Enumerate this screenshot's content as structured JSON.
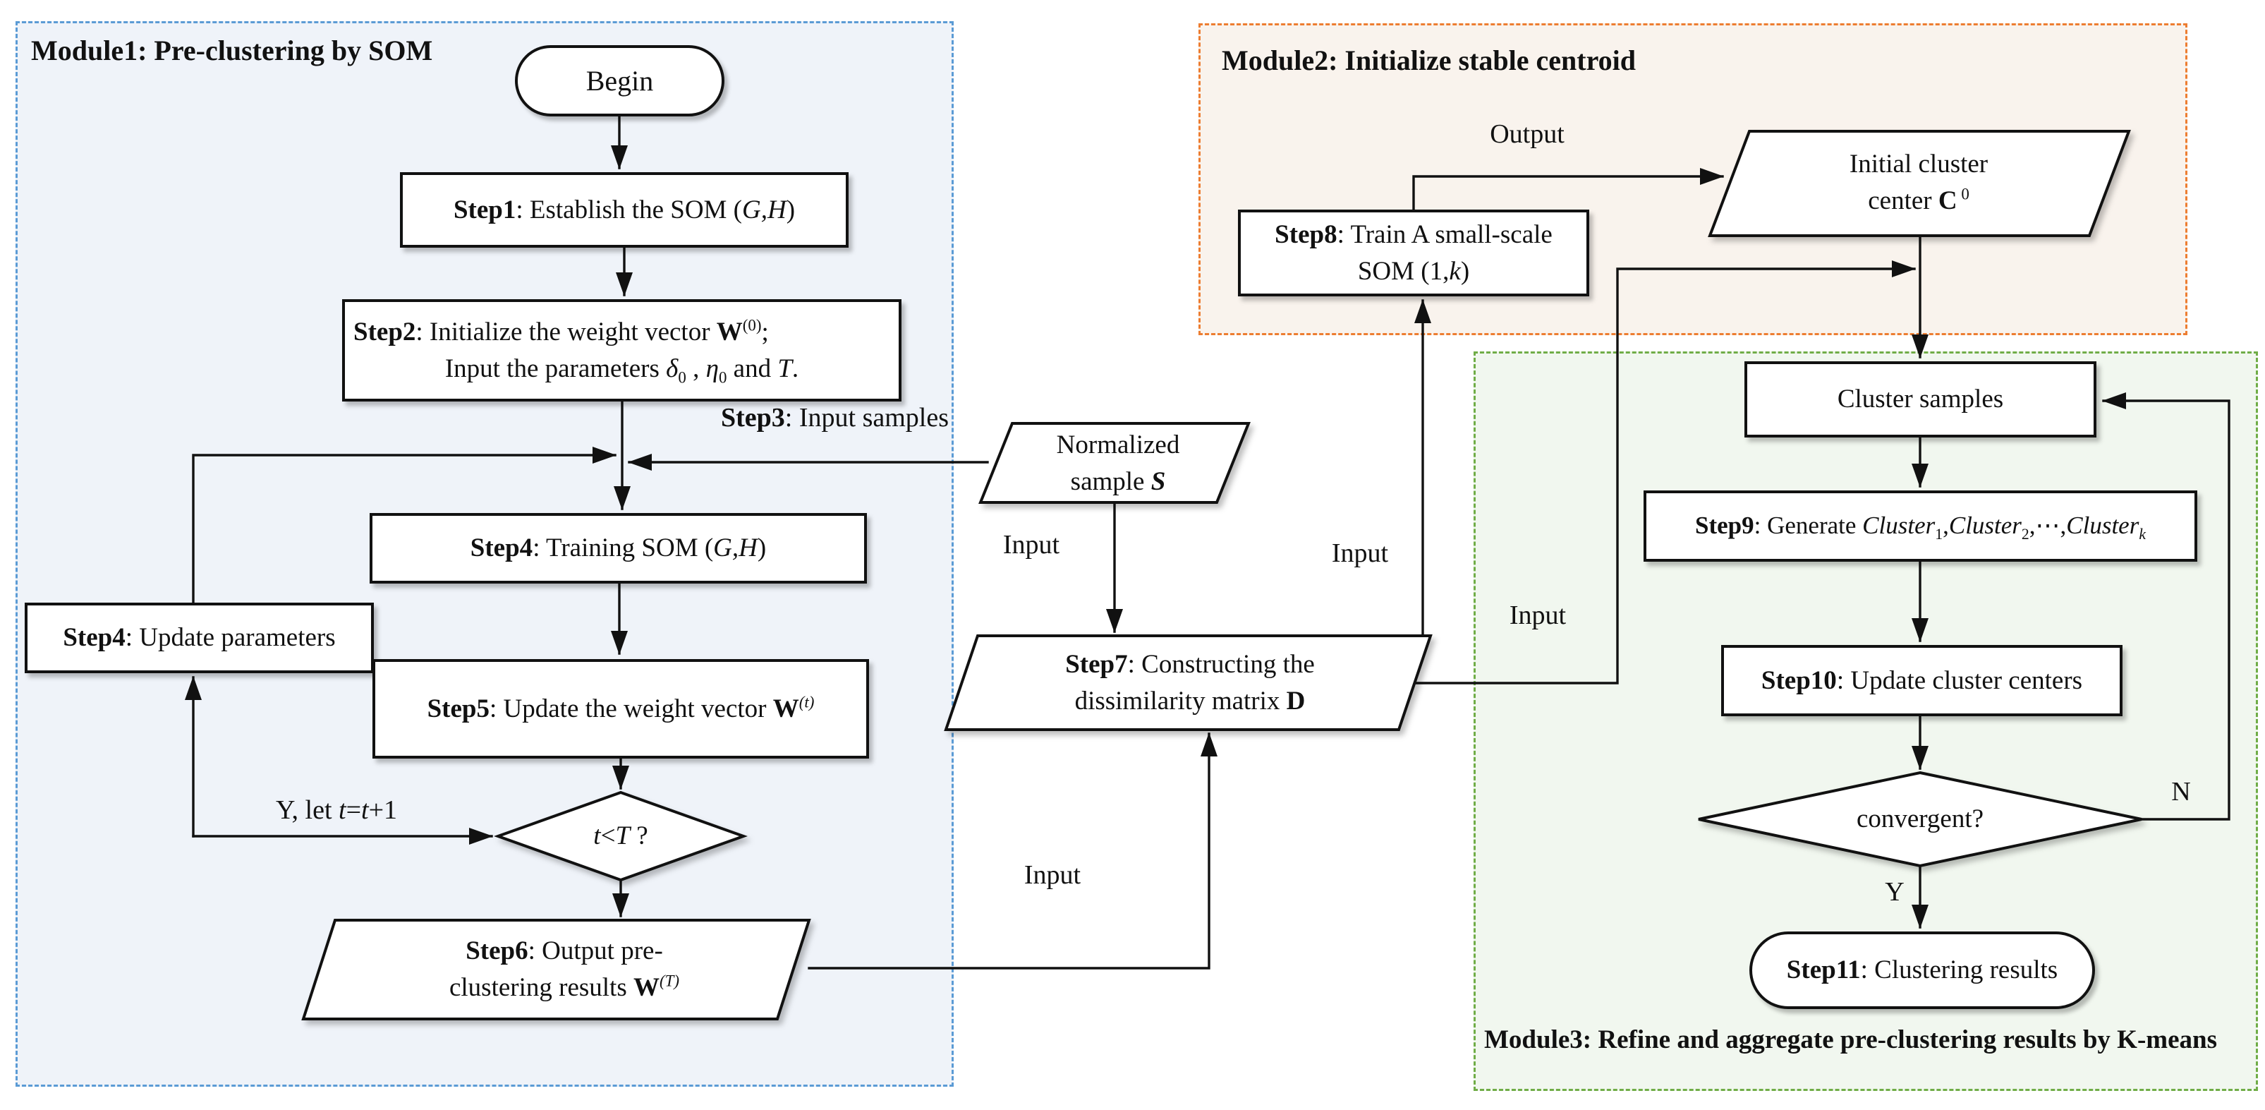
{
  "modules": {
    "module1": {
      "title": "Module1: Pre-clustering by SOM",
      "border_color": "#5b9bd5",
      "fill_color": "#eff3f9"
    },
    "module2": {
      "title": "Module2: Initialize stable centroid",
      "border_color": "#ed7d31",
      "fill_color": "#f9f3ed"
    },
    "module3": {
      "title": "Module3: Refine and aggregate pre-clustering results by K-means",
      "border_color": "#70ad47",
      "fill_color": "#f1f7ef"
    }
  },
  "colors": {
    "line": "#111111",
    "node_fill": "#ffffff",
    "background": "#ffffff"
  },
  "nodes": {
    "begin": [
      {
        "t": "Begin"
      }
    ],
    "step1": [
      {
        "t": "Step1",
        "s": "b"
      },
      {
        "t": ": Establish the SOM ("
      },
      {
        "t": "G,H",
        "s": "i"
      },
      {
        "t": ")"
      }
    ],
    "step2_l1": [
      {
        "t": "Step2",
        "s": "b"
      },
      {
        "t": ": Initialize the weight vector  "
      },
      {
        "t": "W",
        "s": "b"
      },
      {
        "t": "(0)",
        "s": "sup"
      },
      {
        "t": ";"
      }
    ],
    "step2_l2": [
      {
        "t": "Input the parameters "
      },
      {
        "t": "δ",
        "s": "i"
      },
      {
        "t": "0",
        "s": "sub"
      },
      {
        "t": " , "
      },
      {
        "t": "η",
        "s": "i"
      },
      {
        "t": "0",
        "s": "sub"
      },
      {
        "t": " and "
      },
      {
        "t": "T",
        "s": "i"
      },
      {
        "t": "."
      }
    ],
    "step4_train": [
      {
        "t": "Step4",
        "s": "b"
      },
      {
        "t": ":  Training SOM ("
      },
      {
        "t": "G,H",
        "s": "i"
      },
      {
        "t": ")"
      }
    ],
    "step4_update": [
      {
        "t": "Step4",
        "s": "b"
      },
      {
        "t": ":  Update  parameters"
      }
    ],
    "step5": [
      {
        "t": "Step5",
        "s": "b"
      },
      {
        "t": ": Update the weight vector "
      },
      {
        "t": "W",
        "s": "b"
      },
      {
        "t": "(t)",
        "s": "supi"
      }
    ],
    "decision_t": [
      {
        "t": "t",
        "s": "i"
      },
      {
        "t": "<"
      },
      {
        "t": "T",
        "s": "i"
      },
      {
        "t": " ?"
      }
    ],
    "step6_l1": [
      {
        "t": "Step6",
        "s": "b"
      },
      {
        "t": ": Output pre-"
      }
    ],
    "step6_l2": [
      {
        "t": "clustering results "
      },
      {
        "t": "W",
        "s": "b"
      },
      {
        "t": "(T)",
        "s": "supi"
      }
    ],
    "sample_l1": [
      {
        "t": "Normalized"
      }
    ],
    "sample_l2": [
      {
        "t": "sample "
      },
      {
        "t": "S",
        "s": "bi"
      }
    ],
    "step7_l1": [
      {
        "t": "Step7",
        "s": "b"
      },
      {
        "t": ": Constructing the"
      }
    ],
    "step7_l2": [
      {
        "t": "dissimilarity matrix "
      },
      {
        "t": "D",
        "s": "b"
      }
    ],
    "step8_l1": [
      {
        "t": "Step8",
        "s": "b"
      },
      {
        "t": ": Train A small-scale"
      }
    ],
    "step8_l2": [
      {
        "t": "SOM (1,"
      },
      {
        "t": "k",
        "s": "i"
      },
      {
        "t": ")"
      }
    ],
    "init_center_l1": [
      {
        "t": "Initial cluster"
      }
    ],
    "init_center_l2": [
      {
        "t": "center "
      },
      {
        "t": "C",
        "s": "b"
      },
      {
        "t": " 0",
        "s": "sup"
      }
    ],
    "cluster_samples": [
      {
        "t": "Cluster samples"
      }
    ],
    "step9": [
      {
        "t": "Step9",
        "s": "b"
      },
      {
        "t": ": Generate "
      },
      {
        "t": "Cluster",
        "s": "i"
      },
      {
        "t": "1",
        "s": "sub"
      },
      {
        "t": ","
      },
      {
        "t": "Cluster",
        "s": "i"
      },
      {
        "t": "2",
        "s": "sub"
      },
      {
        "t": ",⋯,"
      },
      {
        "t": "Cluster",
        "s": "i"
      },
      {
        "t": "k",
        "s": "subi"
      }
    ],
    "step10": [
      {
        "t": "Step10",
        "s": "b"
      },
      {
        "t": ": Update cluster centers"
      }
    ],
    "decision_convergent": [
      {
        "t": "convergent?"
      }
    ],
    "step11": [
      {
        "t": "Step11",
        "s": "b"
      },
      {
        "t": ": Clustering results"
      }
    ]
  },
  "edge_labels": {
    "step3": [
      {
        "t": "Step3",
        "s": "b"
      },
      {
        "t": ": Input samples"
      }
    ],
    "loop_yes": [
      {
        "t": "Y, let "
      },
      {
        "t": "t",
        "s": "i"
      },
      {
        "t": "="
      },
      {
        "t": "t",
        "s": "i"
      },
      {
        "t": "+1"
      }
    ],
    "input_sample_to_step7": "Input",
    "input_step6_to_step7": "Input",
    "input_step7_to_step8": "Input",
    "input_step7_to_cluster": "Input",
    "output_step8": "Output",
    "no_branch": "N",
    "yes_branch": "Y"
  }
}
